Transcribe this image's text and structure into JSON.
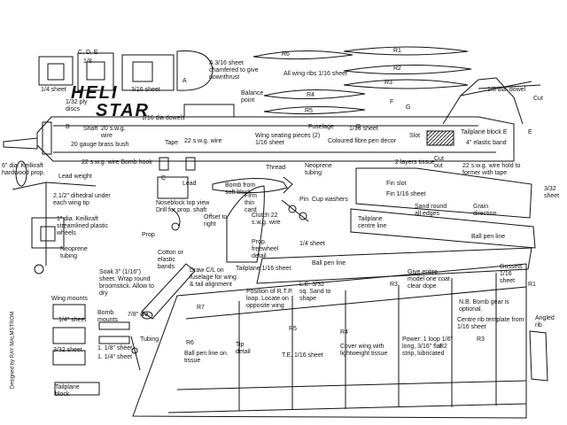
{
  "title": {
    "line1": "HELI",
    "line2": "STAR"
  },
  "designer": "Designed by RAY MALMSTROM",
  "labels": {
    "cde": "C, D, E",
    "eighth": "1/8",
    "quarter_sheet": "1/4 sheet",
    "thirtysecond_ply": "1/32 ply discs",
    "a": "A",
    "b": "B",
    "c": "C",
    "d": "D",
    "e": "E",
    "f": "F",
    "g": "G",
    "sixteenth_sheet_a": "3/16 sheet",
    "three16_chamfered": "A 3/16 sheet chamfered to give downthrust",
    "balance_point": "Balance point",
    "all_wing_ribs": "All wing ribs 1/16 sheet",
    "r6": "R6",
    "r1": "R1",
    "r2": "R2",
    "r3": "R3",
    "r4": "R4",
    "r5": "R5",
    "r7": "R7",
    "eighth_dia_dowel": "1/8 dia. dowel",
    "cut": "Cut",
    "sixteenth_dia_dowels": "1/16 dia dowels",
    "shaft": "Shaft",
    "swg20_wire": "20 s.w.g. wire",
    "brass_bush": "20 gauge brass bush",
    "fuselage": "Fuselage",
    "fuselage_sheet": "1/16 sheet",
    "slot": "Slot",
    "tailplane_block": "Tailplane block E",
    "elastic_band": "4\" elastic band",
    "tape": "Tape",
    "swg22_wire": "22 s.w.g. wire",
    "wing_seating": "Wing seating pieces (2) 1/16 sheet",
    "fibre_pen": "Coloured fibre pen decor",
    "two_layers_tissue": "2 layers tissue",
    "cut_out": "Cut out",
    "wire_hold": "22 s.w.g. wire hold to former with tape",
    "keilkraft_prop": "6\" dia. Keilkraft hardwood prop.",
    "wire_bomb_hook": "22 s.w.g. wire Bomb hook",
    "lead_weight": "Lead weight",
    "thread": "Thread",
    "neoprene_tubing": "Neoprene tubing",
    "dihedral": "2.1/2\" dihedral under each wing tip",
    "lead": "Lead",
    "noseblock": "Noseblock top view Drill for prop. shaft",
    "bomb_soft_block": "Bomb from soft block",
    "firm_thin_card": "Firm thin card",
    "pin": "Pin",
    "cup_washers": "Cup washers",
    "fin_slot": "Fin slot",
    "fin_sheet": "Fin 1/16 sheet",
    "sand_edges": "Sand round all edges",
    "grain_direction": "Grain direction",
    "three32_sheet": "3/32 sheet",
    "keilkraft_wheels": "1\" dia. Keilkraft streamlined plastic wheels",
    "neoprene_tubing2": "Neoprene tubing",
    "offset_right": "Offset to right",
    "prop": "Prop",
    "clutch": "Clutch 22 s.w.g. wire",
    "quarter_sheet2": "1/4 sheet",
    "tailplane_centre": "Tailplane centre line",
    "ball_pen_line": "Ball pen line",
    "cotton_bands": "Cotton or elastic bands",
    "prop_freewheel": "Prop. freewheel detail",
    "tailplane_sheet": "Tailplane 1/16 sheet",
    "ball_pen_line2": "Ball pen line",
    "soak_sheet": "Soak 3\" (1/16\") sheet. Wrap round broomstick. Allow to dry",
    "draw_cl": "Draw C/L on fuselage for wing & tail alignment",
    "position_rtp": "Position of R.T.P. loop. Locate on opposite wing",
    "le": "L.E. 3/32 sq. Sand to shape",
    "give_coat": "Give entire model one coat clear dope",
    "gussets": "Gussets 1/16 sheet",
    "wing_mounts": "Wing mounts",
    "quarter_sheet3": "1/4\" sheet",
    "bomb_mounts": "Bomb mounts",
    "seven8_dia": "7/8\" dia.",
    "nb_bomb": "N.B. Bomb gear is optional.",
    "centre_rib": "Centre rib template from 1/16 sheet",
    "angled_rib": "Angled rib",
    "tubing": "Tubing",
    "tip_detail": "Tip detail",
    "ball_pen_tissue": "Ball pen line on tissue",
    "cover_wing": "Cover wing with lightweight tissue",
    "power": "Power: 1 loop 1/6\" long, 3/16\" flat strip, lubricated",
    "te": "T.E. 1/16 sheet",
    "three32_sheet2": "3/32 sheet",
    "eighth_sheet": "1. 1/8\" sheet",
    "quarter_sheet4": "1. 1/4\" sheet",
    "tailplane_block2": "Tailplane block"
  },
  "colors": {
    "ink": "#111111",
    "paper": "#ffffff",
    "hatch": "#222222"
  }
}
